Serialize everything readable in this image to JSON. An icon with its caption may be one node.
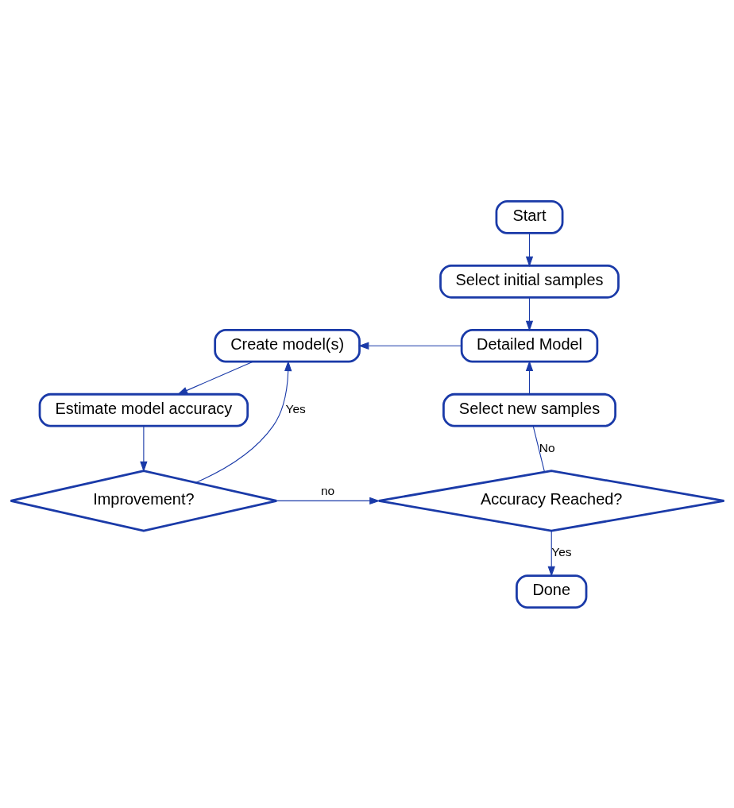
{
  "diagram": {
    "nodes": [
      {
        "text": [
          "Start"
        ]
      },
      {
        "text": [
          "Select initial samples"
        ]
      },
      {
        "text": [
          "Detailed Model"
        ]
      },
      {
        "text": [
          "Create model(s)"
        ]
      },
      {
        "text": [
          "Estimate model accuracy"
        ]
      },
      {
        "text": [
          "Improvement?"
        ]
      },
      {
        "text": [
          "Accuracy Reached?"
        ]
      },
      {
        "text": [
          "Select new samples"
        ]
      },
      {
        "text": [
          "Done"
        ]
      }
    ],
    "edges": [
      {
        "from": 0,
        "to": 1,
        "arrow": "to"
      },
      {
        "from": 1,
        "to": 2,
        "arrow": "to"
      },
      {
        "from": 2,
        "to": 3,
        "arrow": "to"
      },
      {
        "from": 3,
        "to": 4,
        "arrow": "to"
      },
      {
        "from": 4,
        "to": 5,
        "arrow": "to"
      },
      {
        "from": 5,
        "to": 3,
        "arrow": "to",
        "label": "Yes"
      },
      {
        "from": 5,
        "to": 6,
        "arrow": "to",
        "label": "no"
      },
      {
        "from": 6,
        "to": 7,
        "arrow": "none",
        "label": "No"
      },
      {
        "from": 7,
        "to": 2,
        "arrow": "to"
      },
      {
        "from": 6,
        "to": 8,
        "arrow": "to",
        "label": "Yes"
      }
    ]
  }
}
